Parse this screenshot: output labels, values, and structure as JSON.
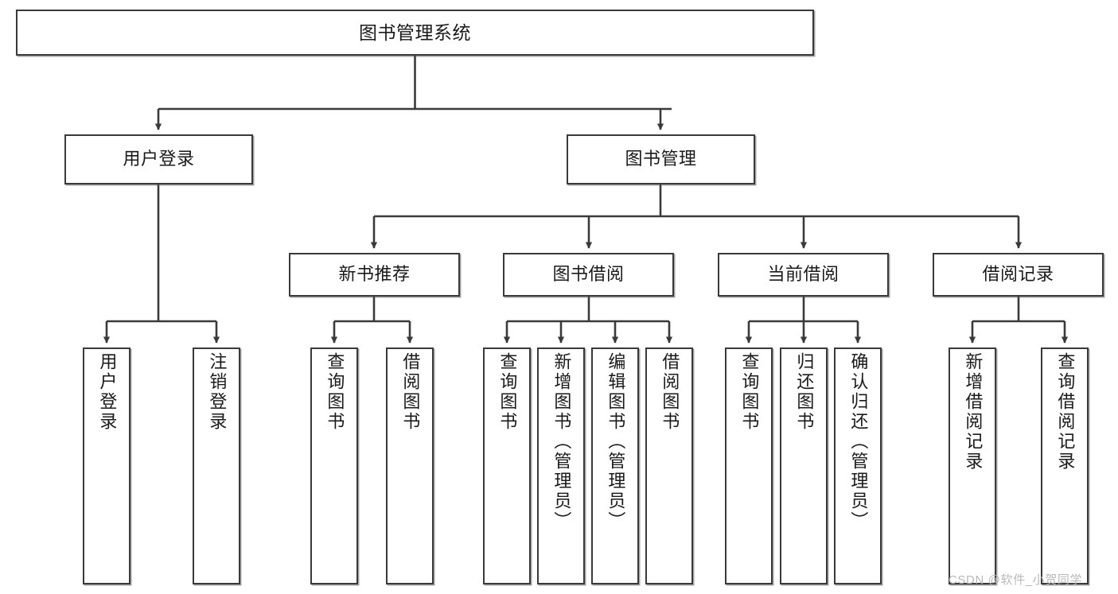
{
  "diagram": {
    "title": "图书管理系统",
    "type": "tree",
    "watermark": "CSDN @软件_小贺同学",
    "colors": {
      "box_border": "#3a3a3a",
      "box_fill": "#ffffff",
      "connector": "#3a3a3a",
      "text": "#1a1a1a",
      "watermark": "#b8b8b8"
    },
    "levels": {
      "root": {
        "label": "图书管理系统"
      },
      "level2": [
        {
          "label": "用户登录"
        },
        {
          "label": "图书管理"
        }
      ],
      "level3": [
        {
          "label": "新书推荐"
        },
        {
          "label": "图书借阅"
        },
        {
          "label": "当前借阅"
        },
        {
          "label": "借阅记录"
        }
      ],
      "leaves": {
        "user_login": [
          {
            "label": "用户登录"
          },
          {
            "label": "注销登录"
          }
        ],
        "new_book_recommend": [
          {
            "label": "查询图书"
          },
          {
            "label": "借阅图书"
          }
        ],
        "book_borrow": [
          {
            "label": "查询图书"
          },
          {
            "label": "新增图书（管理员）"
          },
          {
            "label": "编辑图书（管理员）"
          },
          {
            "label": "借阅图书"
          }
        ],
        "current_borrow": [
          {
            "label": "查询图书"
          },
          {
            "label": "归还图书"
          },
          {
            "label": "确认归还（管理员）"
          }
        ],
        "borrow_record": [
          {
            "label": "新增借阅记录"
          },
          {
            "label": "查询借阅记录"
          }
        ]
      }
    }
  }
}
